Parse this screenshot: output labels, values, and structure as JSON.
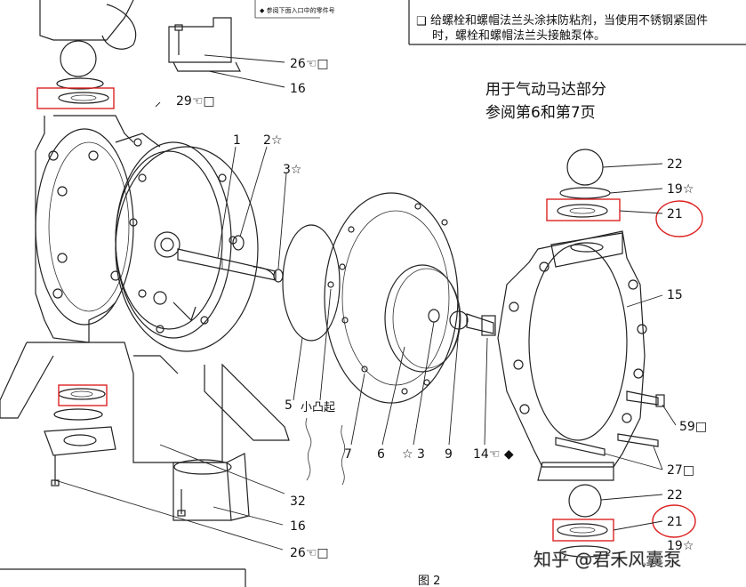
{
  "notes": {
    "tip_text": "给螺栓和螺帽法兰头涂抹防粘剂，当使用不锈钢紧固件",
    "tip_text2": "时，螺栓和螺帽法兰头接触泵体。",
    "tip_checkbox_symbol": "❑",
    "small_note": "◆ 参阅下面入口中的零件号",
    "motor_line1": "用于气动马达部分",
    "motor_line2": "参阅第6和第7页",
    "bubble_note": "小凸起",
    "figure_caption": "图 2"
  },
  "watermark": "知乎 @君禾风囊泵",
  "callouts": {
    "c1": "1",
    "c2": "2☆",
    "c3a": "3☆",
    "c3b": "☆ 3",
    "c5": "5",
    "c6": "6",
    "c7": "7",
    "c9": "9",
    "c14": "14☜ ◆",
    "c15": "15",
    "c16a": "16",
    "c16b": "16",
    "c19a": "19☆",
    "c19b": "19☆",
    "c21a": "21",
    "c21b": "21",
    "c22a": "22",
    "c22b": "22",
    "c26a": "26☜□",
    "c26b": "26☜□",
    "c27": "27□",
    "c29": "29☜□",
    "c32": "32",
    "c59": "59□"
  },
  "colors": {
    "highlight": "#dd2222",
    "line": "#222222",
    "background": "#ffffff"
  }
}
